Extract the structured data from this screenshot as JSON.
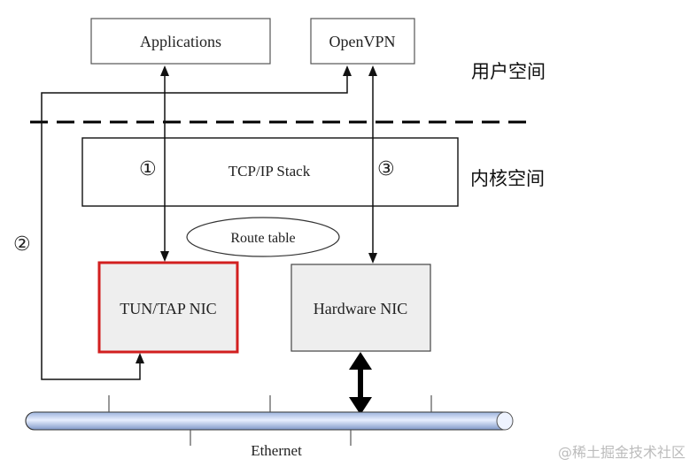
{
  "boxes": {
    "applications": "Applications",
    "openvpn": "OpenVPN",
    "tcpip": "TCP/IP Stack",
    "route_table": "Route table",
    "tuntap": "TUN/TAP NIC",
    "hardware": "Hardware NIC",
    "ethernet": "Ethernet"
  },
  "regions": {
    "user_space": "用户空间",
    "kernel_space": "内核空间"
  },
  "markers": {
    "one": "①",
    "two": "②",
    "three": "③"
  },
  "watermark": "@稀土掘金技术社区",
  "colors": {
    "highlight_border": "#d21f1f",
    "nic_fill": "#eeeeee",
    "ethernet_fill_light": "#dfe8f7",
    "ethernet_fill_dark": "#9cb3dc"
  }
}
